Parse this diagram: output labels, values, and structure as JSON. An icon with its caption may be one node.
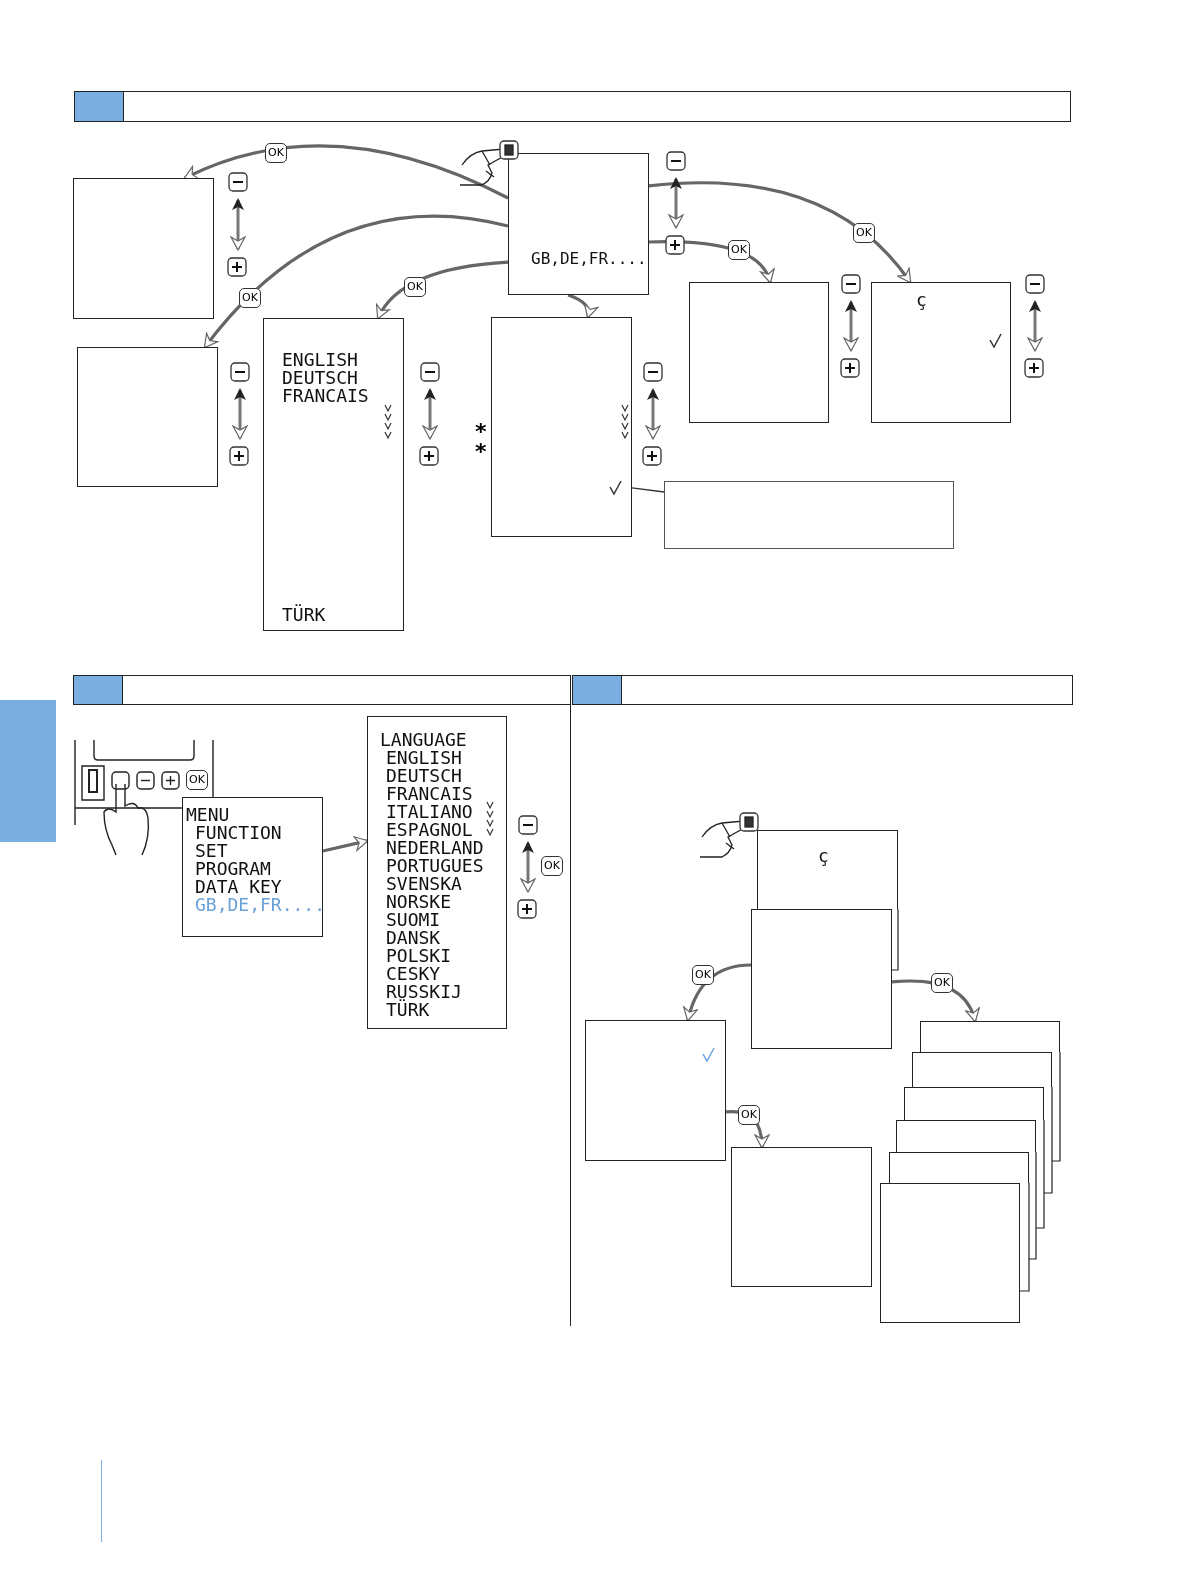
{
  "diagram": {
    "nodes": [
      {
        "text": [],
        "shape": "box"
      },
      {
        "text": [
          "GB,DE,FR...."
        ]
      },
      {
        "text": [],
        "shape": "box"
      },
      {
        "text": [
          "ENGLISH",
          "DEUTSCH",
          "FRANCAIS",
          "TÜRK"
        ]
      },
      {
        "text": [],
        "shape": "box",
        "beside": [
          "*",
          "*"
        ]
      },
      {
        "text": [],
        "shape": "box"
      },
      {
        "text": [
          "ç"
        ]
      },
      {
        "text": [],
        "shape": "box"
      },
      {
        "text": [
          "MENU",
          "FUNCTION",
          "SET",
          "PROGRAM",
          "DATA KEY",
          "GB,DE,FR...."
        ]
      },
      {
        "text": [
          "LANGUAGE",
          "ENGLISH",
          "DEUTSCH",
          "FRANCAIS",
          "ITALIANO",
          "ESPAGNOL",
          "NEDERLAND",
          "PORTUGUES",
          "SVENSKA",
          "NORSKE",
          "SUOMI",
          "DANSK",
          "POLSKI",
          "CESKY",
          "RUSSKIJ",
          "TÜRK"
        ]
      },
      {
        "text": [
          "ç"
        ]
      },
      {
        "text": [],
        "shape": "box"
      },
      {
        "text": [],
        "shape": "box"
      },
      {
        "text": [],
        "shape": "box"
      },
      {
        "text": [],
        "shape": "box"
      },
      {
        "text": [],
        "shape": "box"
      },
      {
        "text": [],
        "shape": "box"
      },
      {
        "text": [],
        "shape": "box"
      },
      {
        "text": [],
        "shape": "box"
      },
      {
        "text": [],
        "shape": "box"
      }
    ],
    "edges": [
      {
        "from": 1,
        "to": 0,
        "arrow": "to",
        "label": "OK"
      },
      {
        "from": 1,
        "to": 2,
        "arrow": "to",
        "label": "OK"
      },
      {
        "from": 1,
        "to": 3,
        "arrow": "to",
        "label": "OK"
      },
      {
        "from": 1,
        "to": 4,
        "arrow": "to"
      },
      {
        "from": 1,
        "to": 6,
        "arrow": "to",
        "label": "OK"
      },
      {
        "from": 1,
        "to": 5,
        "arrow": "to",
        "label": "OK"
      },
      {
        "from": 4,
        "to": 7,
        "arrow": "none"
      },
      {
        "from": 8,
        "to": 9,
        "arrow": "to"
      },
      {
        "from": 11,
        "to": 12,
        "arrow": "to",
        "label": "OK"
      },
      {
        "from": 11,
        "to": 14,
        "arrow": "to",
        "label": "OK"
      },
      {
        "from": 12,
        "to": 13,
        "arrow": "to",
        "label": "OK"
      }
    ],
    "labels": [
      "OK",
      "OK"
    ]
  }
}
